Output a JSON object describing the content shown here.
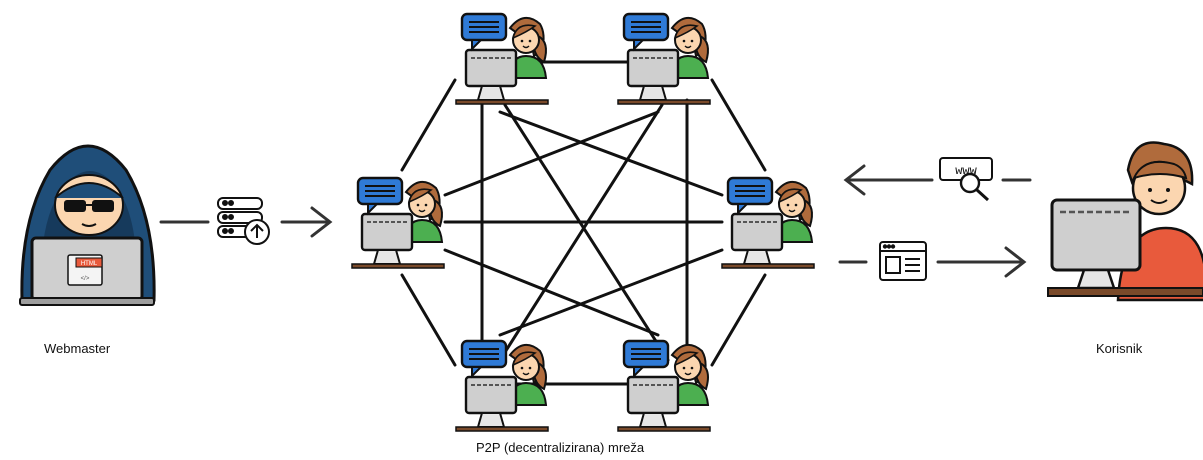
{
  "labels": {
    "webmaster": "Webmaster",
    "user": "Korisnik",
    "network": "P2P (decentralizirana) mreža"
  },
  "icons": {
    "webmaster": "hooded-hacker-with-laptop-icon",
    "upload": "server-upload-icon",
    "peer": "peer-computer-user-icon",
    "search": "www-search-icon",
    "webpage": "webpage-icon",
    "user": "user-at-computer-icon",
    "laptop_badge": "HTML"
  },
  "colors": {
    "line": "#111111",
    "bubble": "#2f7ad6",
    "skin": "#fbd6b0",
    "hair": "#b06b3c",
    "shirt_green": "#4caf50",
    "shirt_red": "#e85a3c",
    "monitor": "#cfcfcf",
    "hood": "#1f4e79",
    "desk": "#7a4a2a"
  }
}
